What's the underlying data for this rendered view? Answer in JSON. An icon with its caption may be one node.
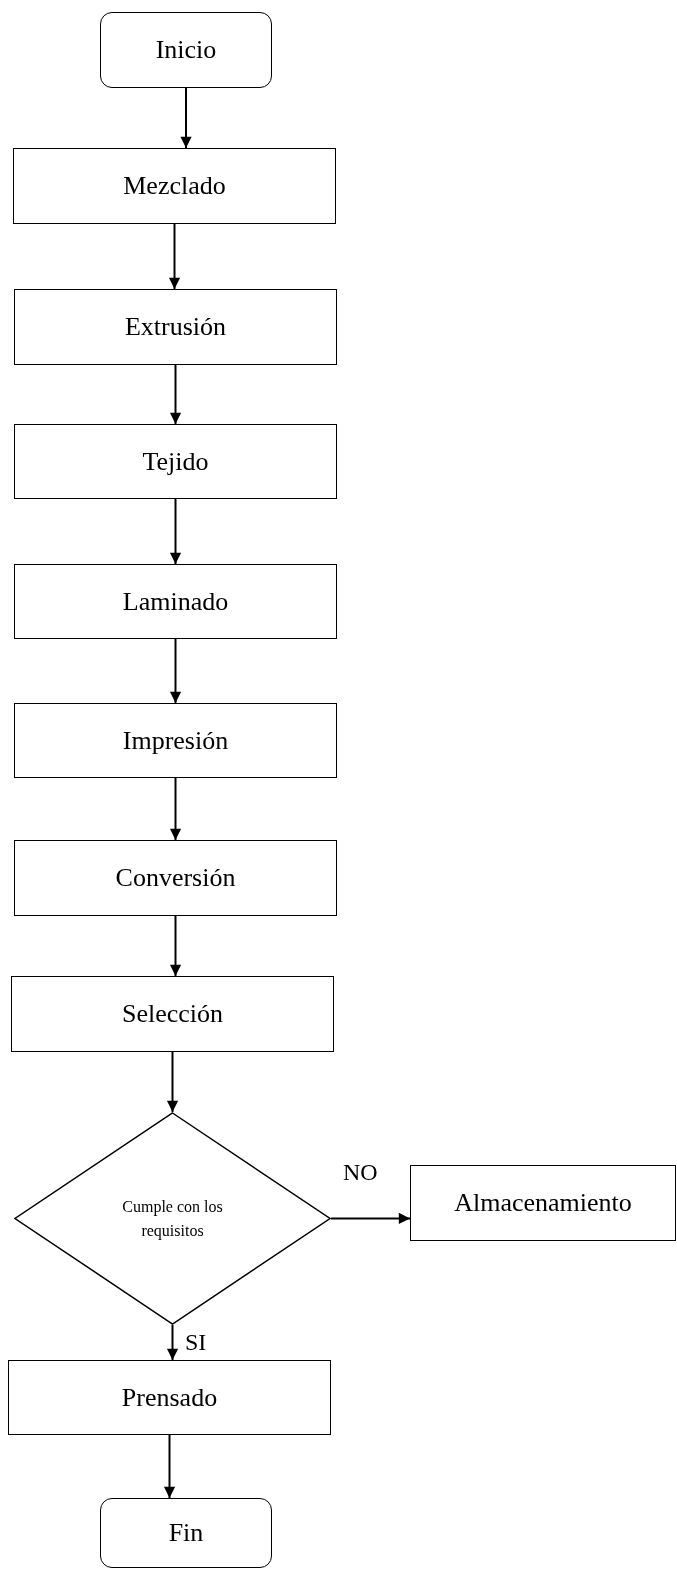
{
  "diagram": {
    "nodes": [
      {
        "text": [
          "Inicio"
        ]
      },
      {
        "text": [
          "Mezclado"
        ]
      },
      {
        "text": [
          "Extrusión"
        ]
      },
      {
        "text": [
          "Tejido"
        ]
      },
      {
        "text": [
          "Laminado"
        ]
      },
      {
        "text": [
          "Impresión"
        ]
      },
      {
        "text": [
          "Conversión"
        ]
      },
      {
        "text": [
          "Selección"
        ]
      },
      {
        "text": [
          "Cumple con los requisitos"
        ]
      },
      {
        "text": [
          "Almacenamiento"
        ]
      },
      {
        "text": [
          "Prensado"
        ]
      },
      {
        "text": [
          "Fin"
        ]
      }
    ],
    "edges": [
      {
        "from": 0,
        "to": 1,
        "arrow": "to"
      },
      {
        "from": 1,
        "to": 2,
        "arrow": "to"
      },
      {
        "from": 2,
        "to": 3,
        "arrow": "to"
      },
      {
        "from": 3,
        "to": 4,
        "arrow": "to"
      },
      {
        "from": 4,
        "to": 5,
        "arrow": "to"
      },
      {
        "from": 5,
        "to": 6,
        "arrow": "to"
      },
      {
        "from": 6,
        "to": 7,
        "arrow": "to"
      },
      {
        "from": 7,
        "to": 8,
        "arrow": "to"
      },
      {
        "from": 8,
        "to": 9,
        "arrow": "to",
        "label": "NO"
      },
      {
        "from": 8,
        "to": 10,
        "arrow": "to",
        "label": "SI"
      },
      {
        "from": 10,
        "to": 11,
        "arrow": "to"
      }
    ]
  }
}
